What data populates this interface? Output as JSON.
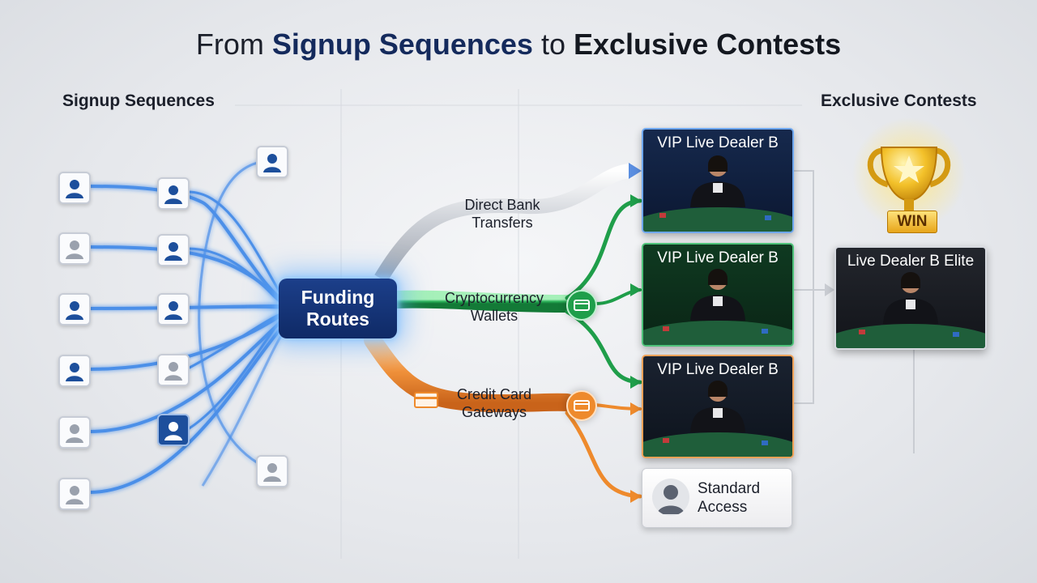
{
  "title": {
    "part1": "From ",
    "part2": "Signup Sequences",
    "part3": " to ",
    "part4": "Exclusive Contests"
  },
  "left_heading": "Signup Sequences",
  "right_heading": "Exclusive Contests",
  "hub": {
    "line1": "Funding",
    "line2": "Routes"
  },
  "routes": [
    {
      "line1": "Direct Bank",
      "line2": "Transfers",
      "color": "#b9bec7"
    },
    {
      "line1": "Cryptocurrency",
      "line2": "Wallets",
      "color": "#1f9e4a"
    },
    {
      "line1": "Credit Card",
      "line2": "Gateways",
      "color": "#ee8a2c"
    }
  ],
  "dealer_cards": [
    {
      "label": "VIP Live Dealer B",
      "theme": "blue"
    },
    {
      "label": "VIP Live Dealer B",
      "theme": "green"
    },
    {
      "label": "VIP Live Dealer B",
      "theme": "orange"
    }
  ],
  "standard": {
    "line1": "Standard",
    "line2": "Access"
  },
  "contest": {
    "badge": "WIN",
    "card_label": "Live Dealer B Elite"
  },
  "colors": {
    "blue_flow": "#3b86e8",
    "green_flow": "#1f9e4a",
    "orange_flow": "#ee8a2c",
    "navy": "#142a5c"
  }
}
